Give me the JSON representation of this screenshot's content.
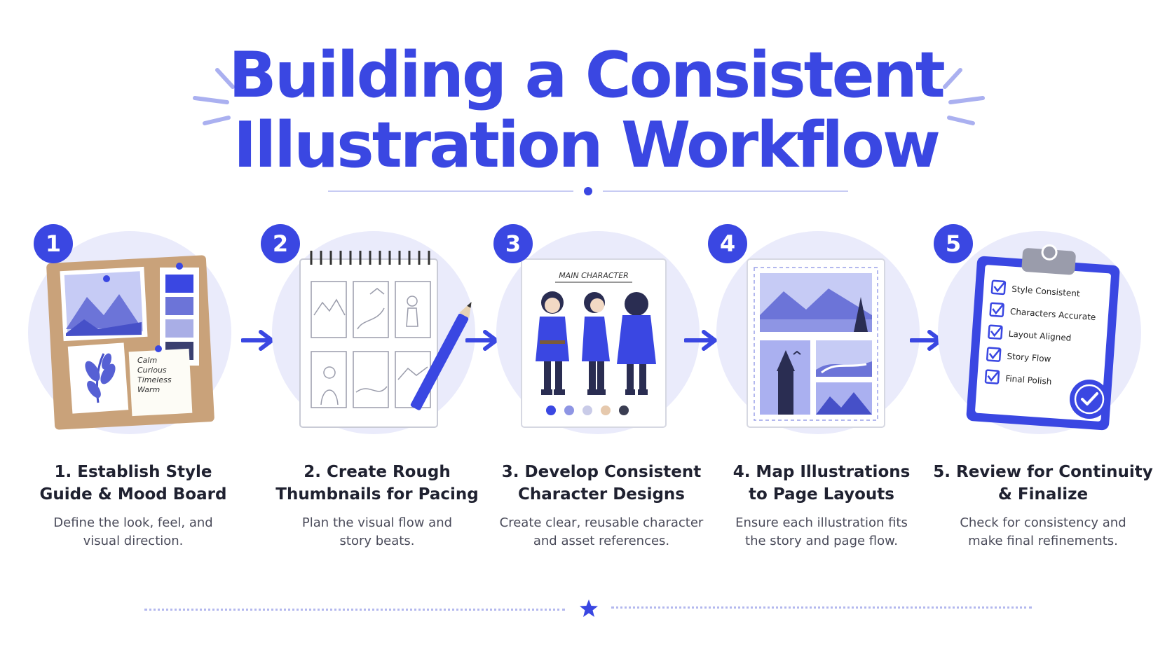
{
  "title": {
    "line1": "Building a Consistent",
    "line2": "Illustration Workflow"
  },
  "colors": {
    "accent": "#3a47e2",
    "bubble": "#eaebfb",
    "rule": "#c7cbf3"
  },
  "steps": [
    {
      "badge": "1",
      "title_line1": "1. Establish Style",
      "title_line2": "Guide & Mood Board",
      "desc_line1": "Define the look, feel, and",
      "desc_line2": "visual direction.",
      "icon": "mood-board-icon",
      "note": [
        "Calm",
        "Curious",
        "Timeless",
        "Warm"
      ]
    },
    {
      "badge": "2",
      "title_line1": "2. Create Rough",
      "title_line2": "Thumbnails for Pacing",
      "desc_line1": "Plan the visual flow and",
      "desc_line2": "story beats.",
      "icon": "sketchbook-icon"
    },
    {
      "badge": "3",
      "title_line1": "3. Develop Consistent",
      "title_line2": "Character Designs",
      "desc_line1": "Create clear, reusable character",
      "desc_line2": "and asset references.",
      "icon": "character-sheet-icon",
      "sheet_label": "MAIN CHARACTER"
    },
    {
      "badge": "4",
      "title_line1": "4. Map Illustrations",
      "title_line2": "to Page Layouts",
      "desc_line1": "Ensure each illustration fits",
      "desc_line2": "the story and page flow.",
      "icon": "page-layout-icon"
    },
    {
      "badge": "5",
      "title_line1": "5. Review for Continuity",
      "title_line2": "& Finalize",
      "desc_line1": "Check for consistency and",
      "desc_line2": "make final refinements.",
      "icon": "clipboard-checklist-icon",
      "checklist": [
        "Style Consistent",
        "Characters Accurate",
        "Layout Aligned",
        "Story Flow",
        "Final Polish"
      ]
    }
  ]
}
